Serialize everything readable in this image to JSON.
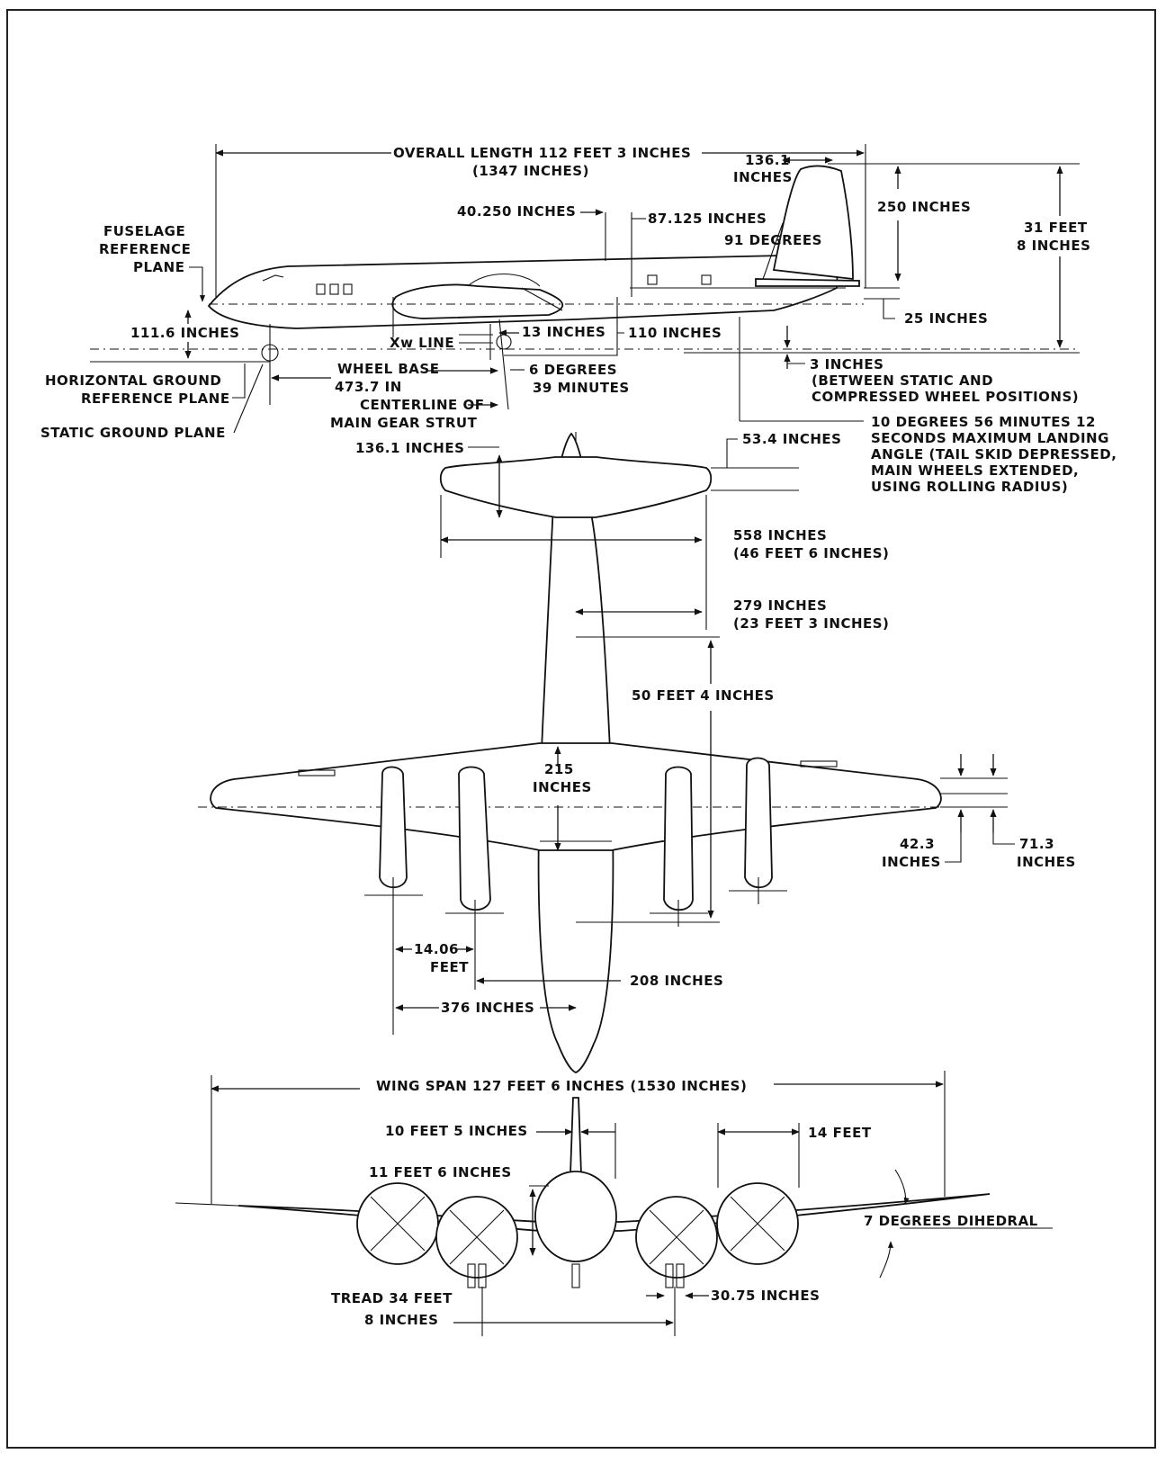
{
  "side_view": {
    "overall_length": "OVERALL LENGTH 112 FEET 3 INCHES",
    "overall_length_in": "(1347 INCHES)",
    "fin_chord_1": "136.1",
    "fin_chord_2": "INCHES",
    "dim_40250": "40.250 INCHES",
    "dim_87125": "87.125 INCHES",
    "fin_angle": "91 DEGREES",
    "fin_height": "250 INCHES",
    "total_height_1": "31 FEET",
    "total_height_2": "8 INCHES",
    "fuselage_ref_1": "FUSELAGE",
    "fuselage_ref_2": "REFERENCE",
    "fuselage_ref_3": "PLANE",
    "dim_1116": "111.6 INCHES",
    "dim_13": "13 INCHES",
    "dim_110": "110 INCHES",
    "dim_25": "25 INCHES",
    "xw_line": "Xw LINE",
    "horizontal_ground_1": "HORIZONTAL GROUND",
    "horizontal_ground_2": "REFERENCE PLANE",
    "static_ground": "STATIC GROUND PLANE",
    "wheel_base_1": "WHEEL BASE",
    "wheel_base_2": "473.7 IN",
    "centerline_1": "CENTERLINE OF",
    "centerline_2": "MAIN GEAR STRUT",
    "gear_angle_1": "6 DEGREES",
    "gear_angle_2": "39 MINUTES",
    "dim_3in_1": "3 INCHES",
    "dim_3in_2": "(BETWEEN STATIC AND",
    "dim_3in_3": "COMPRESSED WHEEL POSITIONS)",
    "landing_angle_1": "10 DEGREES  56 MINUTES  12",
    "landing_angle_2": "SECONDS MAXIMUM LANDING",
    "landing_angle_3": "ANGLE (TAIL SKID DEPRESSED,",
    "landing_angle_4": "MAIN WHEELS EXTENDED,",
    "landing_angle_5": "USING ROLLING RADIUS)"
  },
  "plan_view": {
    "tail_chord": "136.1 INCHES",
    "dim_534": "53.4 INCHES",
    "stab_span_1": "558 INCHES",
    "stab_span_2": "(46 FEET 6 INCHES)",
    "half_stab_1": "279 INCHES",
    "half_stab_2": "(23 FEET 3 INCHES)",
    "dim_50ft": "50 FEET 4 INCHES",
    "root_chord_1": "215",
    "root_chord_2": "INCHES",
    "dim_423_1": "42.3",
    "dim_423_2": "INCHES",
    "dim_713_1": "71.3",
    "dim_713_2": "INCHES",
    "engine_spacing_1": "14.06",
    "engine_spacing_2": "FEET",
    "dim_208": "208 INCHES",
    "dim_376": "376 INCHES"
  },
  "front_view": {
    "wing_span": "WING SPAN 127 FEET 6 INCHES (1530 INCHES)",
    "dim_10ft": "10 FEET 5 INCHES",
    "dim_14ft": "14 FEET",
    "dim_11ft": "11 FEET 6 INCHES",
    "dihedral": "7 DEGREES DIHEDRAL",
    "tread_1": "TREAD 34 FEET",
    "tread_2": "8 INCHES",
    "dim_3075": "30.75 INCHES"
  }
}
